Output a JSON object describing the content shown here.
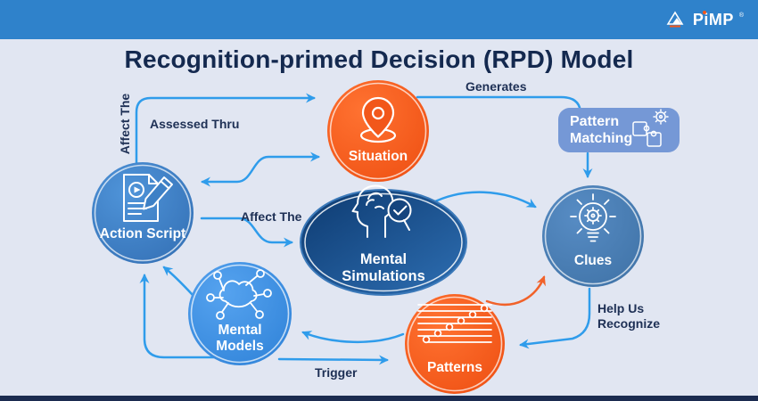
{
  "header": {
    "bar_color": "#2f82cb",
    "logo": {
      "text": "PiMP",
      "registered": "®",
      "icon": "mountain-logo-icon"
    }
  },
  "title": "Recognition-primed Decision (RPD) Model",
  "footer": {
    "bar_color": "#1b2b50"
  },
  "colors": {
    "background": "#e1e6f2",
    "orange_node": "#f4581b",
    "action_script_blue": "#3d80c6",
    "clues_blue": "#4a80b9",
    "mental_models_blue": "#4094e8",
    "pattern_matching_blue": "#7598d6",
    "mental_simulations_navy": "#123f76",
    "blue_arrow": "#2f9ceb",
    "orange_arrow": "#f1622a",
    "label_navy": "#1e3055"
  },
  "nodes": {
    "situation": {
      "label": "Situation",
      "icon": "location-pin-icon"
    },
    "pattern_matching": {
      "label_lines": [
        "Pattern",
        "Matching"
      ],
      "icon": "puzzle-gear-icon"
    },
    "clues": {
      "label": "Clues",
      "icon": "lightbulb-gear-icon"
    },
    "patterns": {
      "label": "Patterns",
      "icon": "trend-dots-icon"
    },
    "mental_models": {
      "label_lines": [
        "Mental",
        "Models"
      ],
      "icon": "network-nodes-icon"
    },
    "action_script": {
      "label": "Action Script",
      "icon": "document-pencil-icon"
    },
    "mental_simulations": {
      "label_lines": [
        "Mental",
        "Simulations"
      ],
      "icon": "head-magnifier-icon"
    }
  },
  "edge_labels": {
    "generates": "Generates",
    "assessed_thru": "Assessed Thru",
    "affect_the_vertical": "Affect The",
    "affect_the_horizontal": "Affect The",
    "help_us_recognize_lines": [
      "Help Us",
      "Recognize"
    ],
    "trigger": "Trigger"
  }
}
